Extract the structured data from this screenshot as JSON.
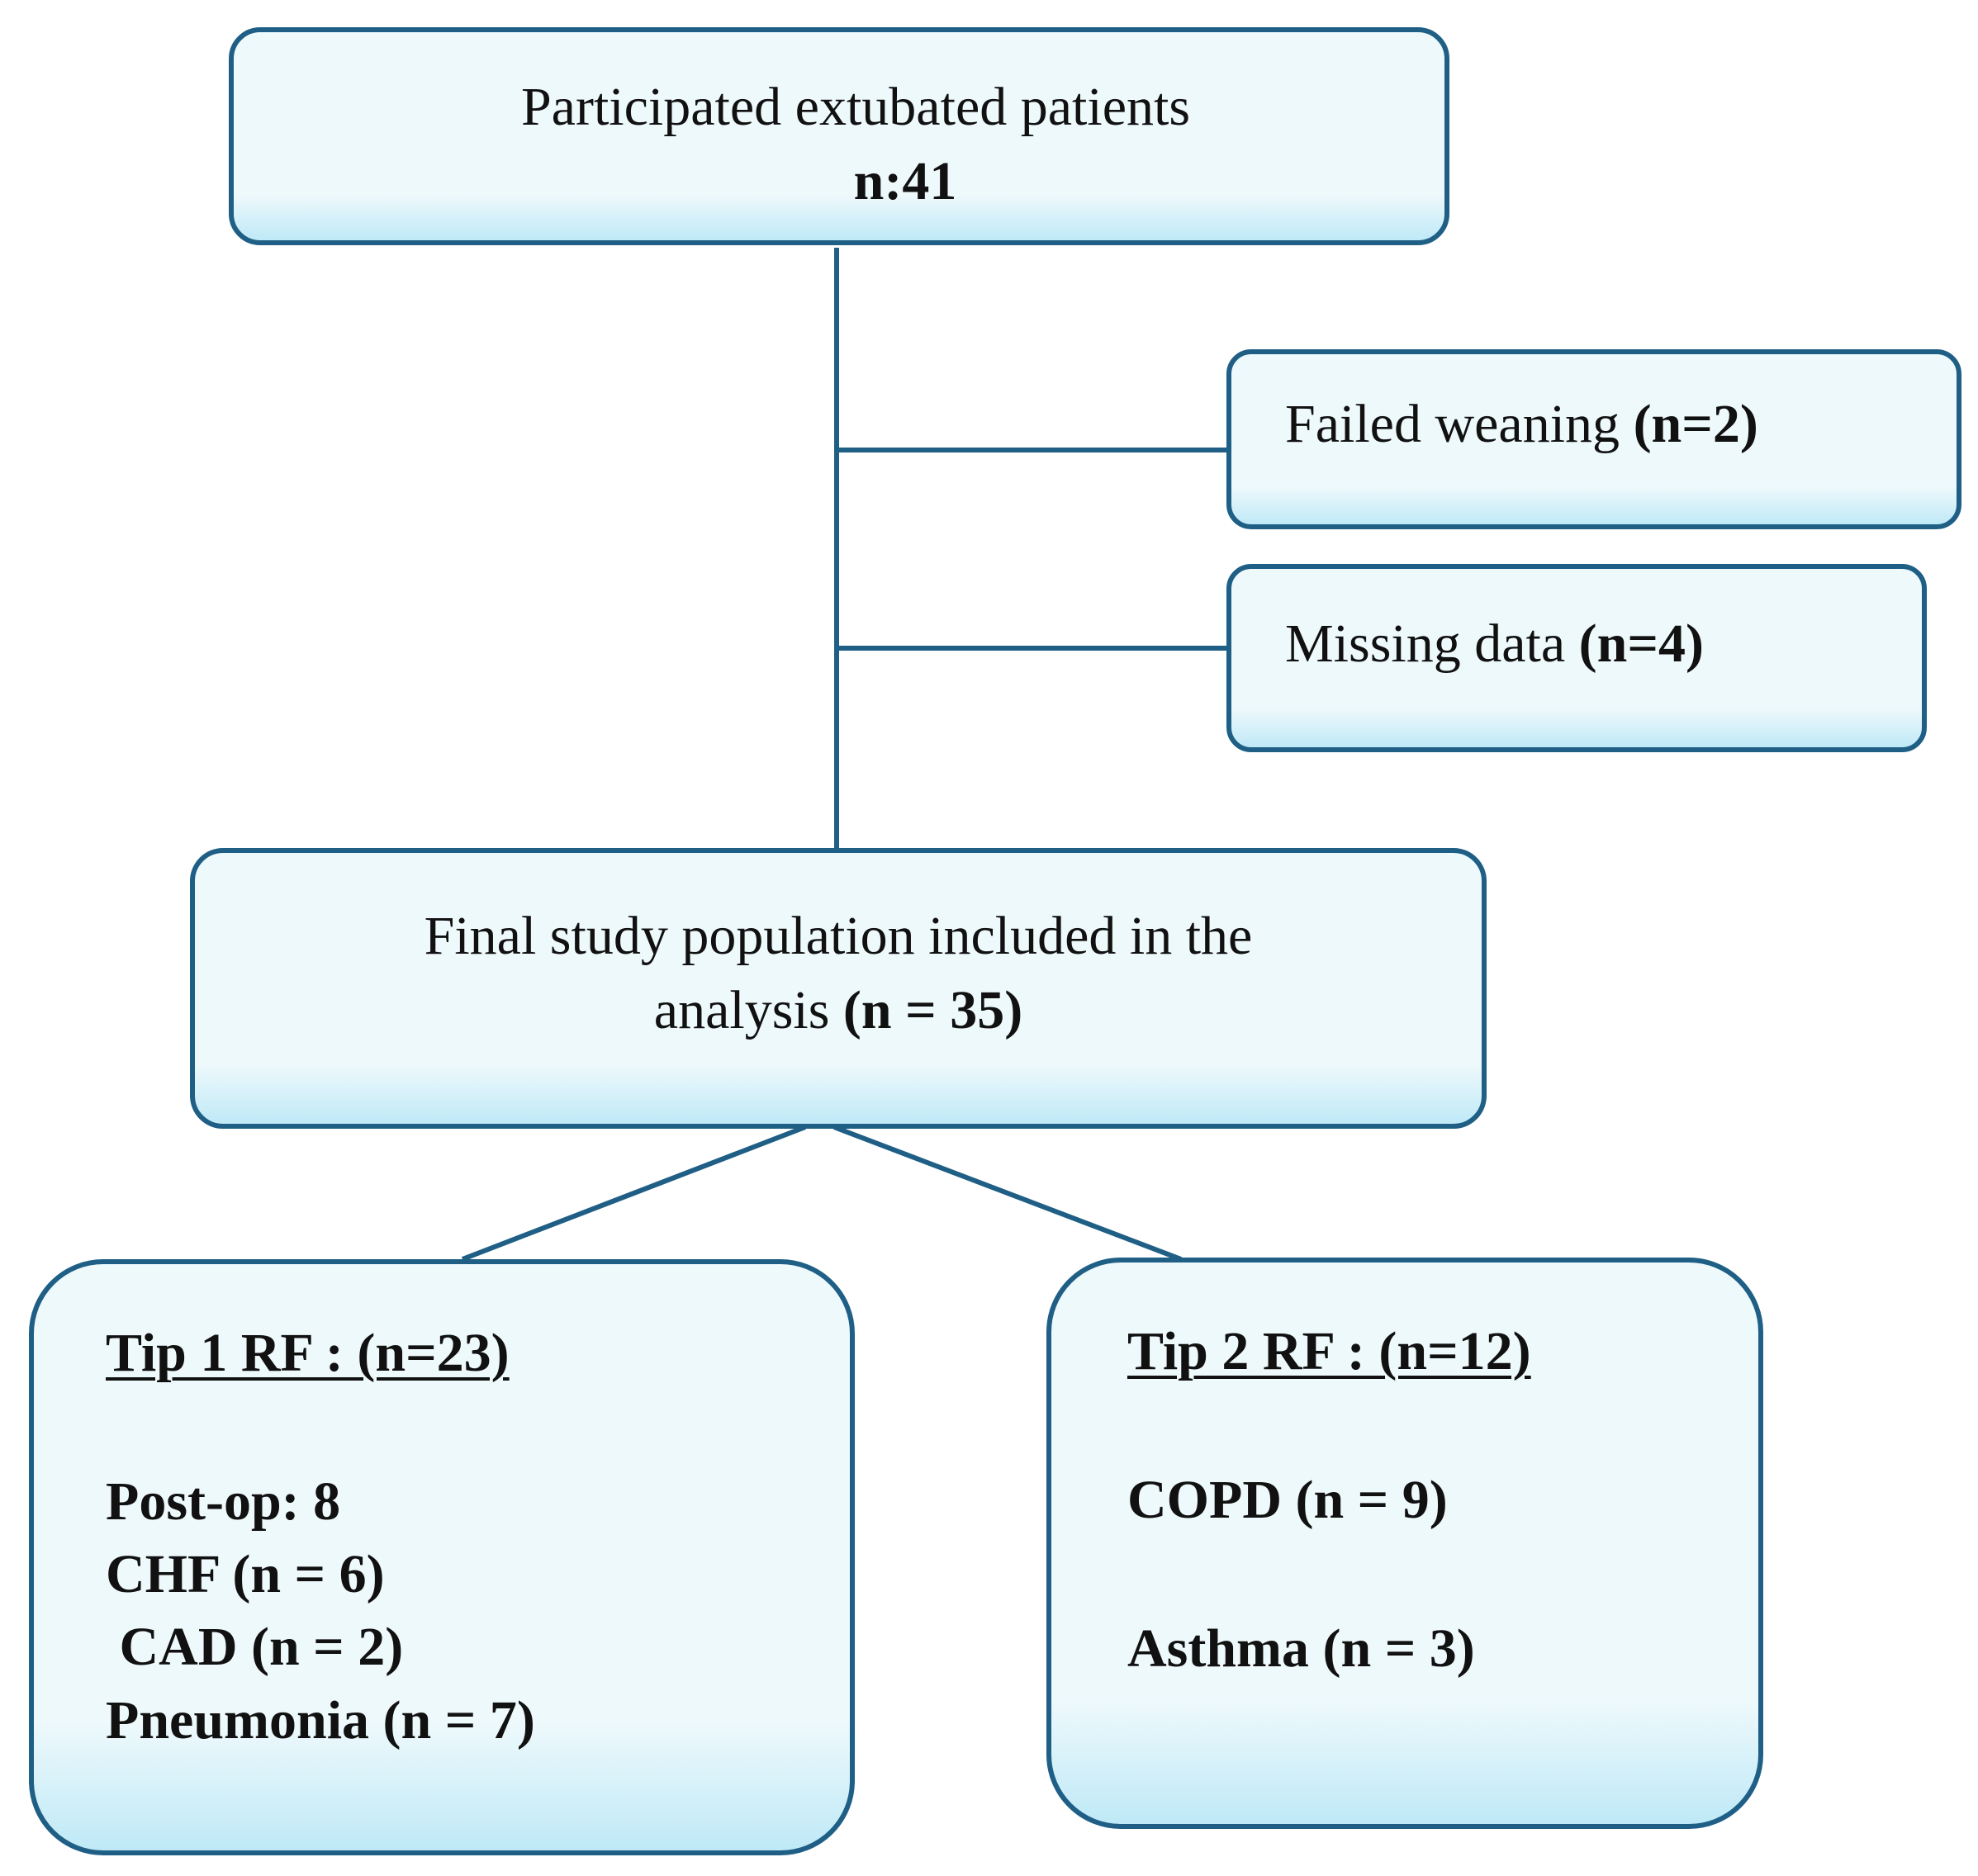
{
  "top_box": {
    "line1": "Participated extubated patients",
    "line2": "n:41"
  },
  "excluded": [
    {
      "label": "Failed weaning ",
      "count": "(n=2)"
    },
    {
      "label": "Missing data ",
      "count": "(n=4)"
    }
  ],
  "final_box": {
    "line1": "Final study population included in the",
    "line2_text": "analysis ",
    "line2_bold": "(n = 35)"
  },
  "type1_box": {
    "title": "Tip 1 RF : (n=23)",
    "items": [
      "Post-op: 8",
      "CHF (n = 6)",
      " CAD (n = 2)",
      "Pneumonia (n = 7)"
    ]
  },
  "type2_box": {
    "title": "Tip 2 RF : (n=12)",
    "items": [
      "COPD (n = 9)",
      "Asthma (n = 3)"
    ]
  },
  "colors": {
    "border": "#1f5f86",
    "fill": "#eef9fc",
    "fill_bottom": "#bfe9f7"
  }
}
